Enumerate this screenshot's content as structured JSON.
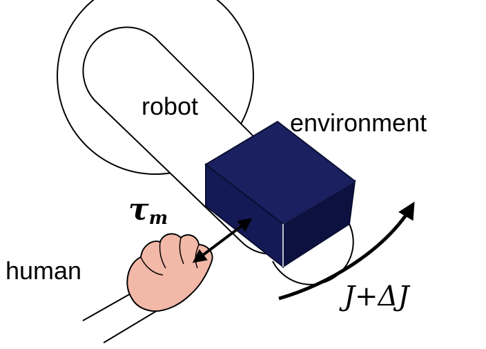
{
  "labels": {
    "robot": "robot",
    "environment": "environment",
    "human": "human",
    "tau_symbol": "τ",
    "tau_subscript": "m",
    "inertia_label": "J+ΔJ"
  },
  "colors": {
    "background": "#ffffff",
    "line": "#000000",
    "box_front": "#141a55",
    "box_side": "#0c113f",
    "box_top": "#1b2160",
    "hand_fill": "#f2b8a8"
  }
}
